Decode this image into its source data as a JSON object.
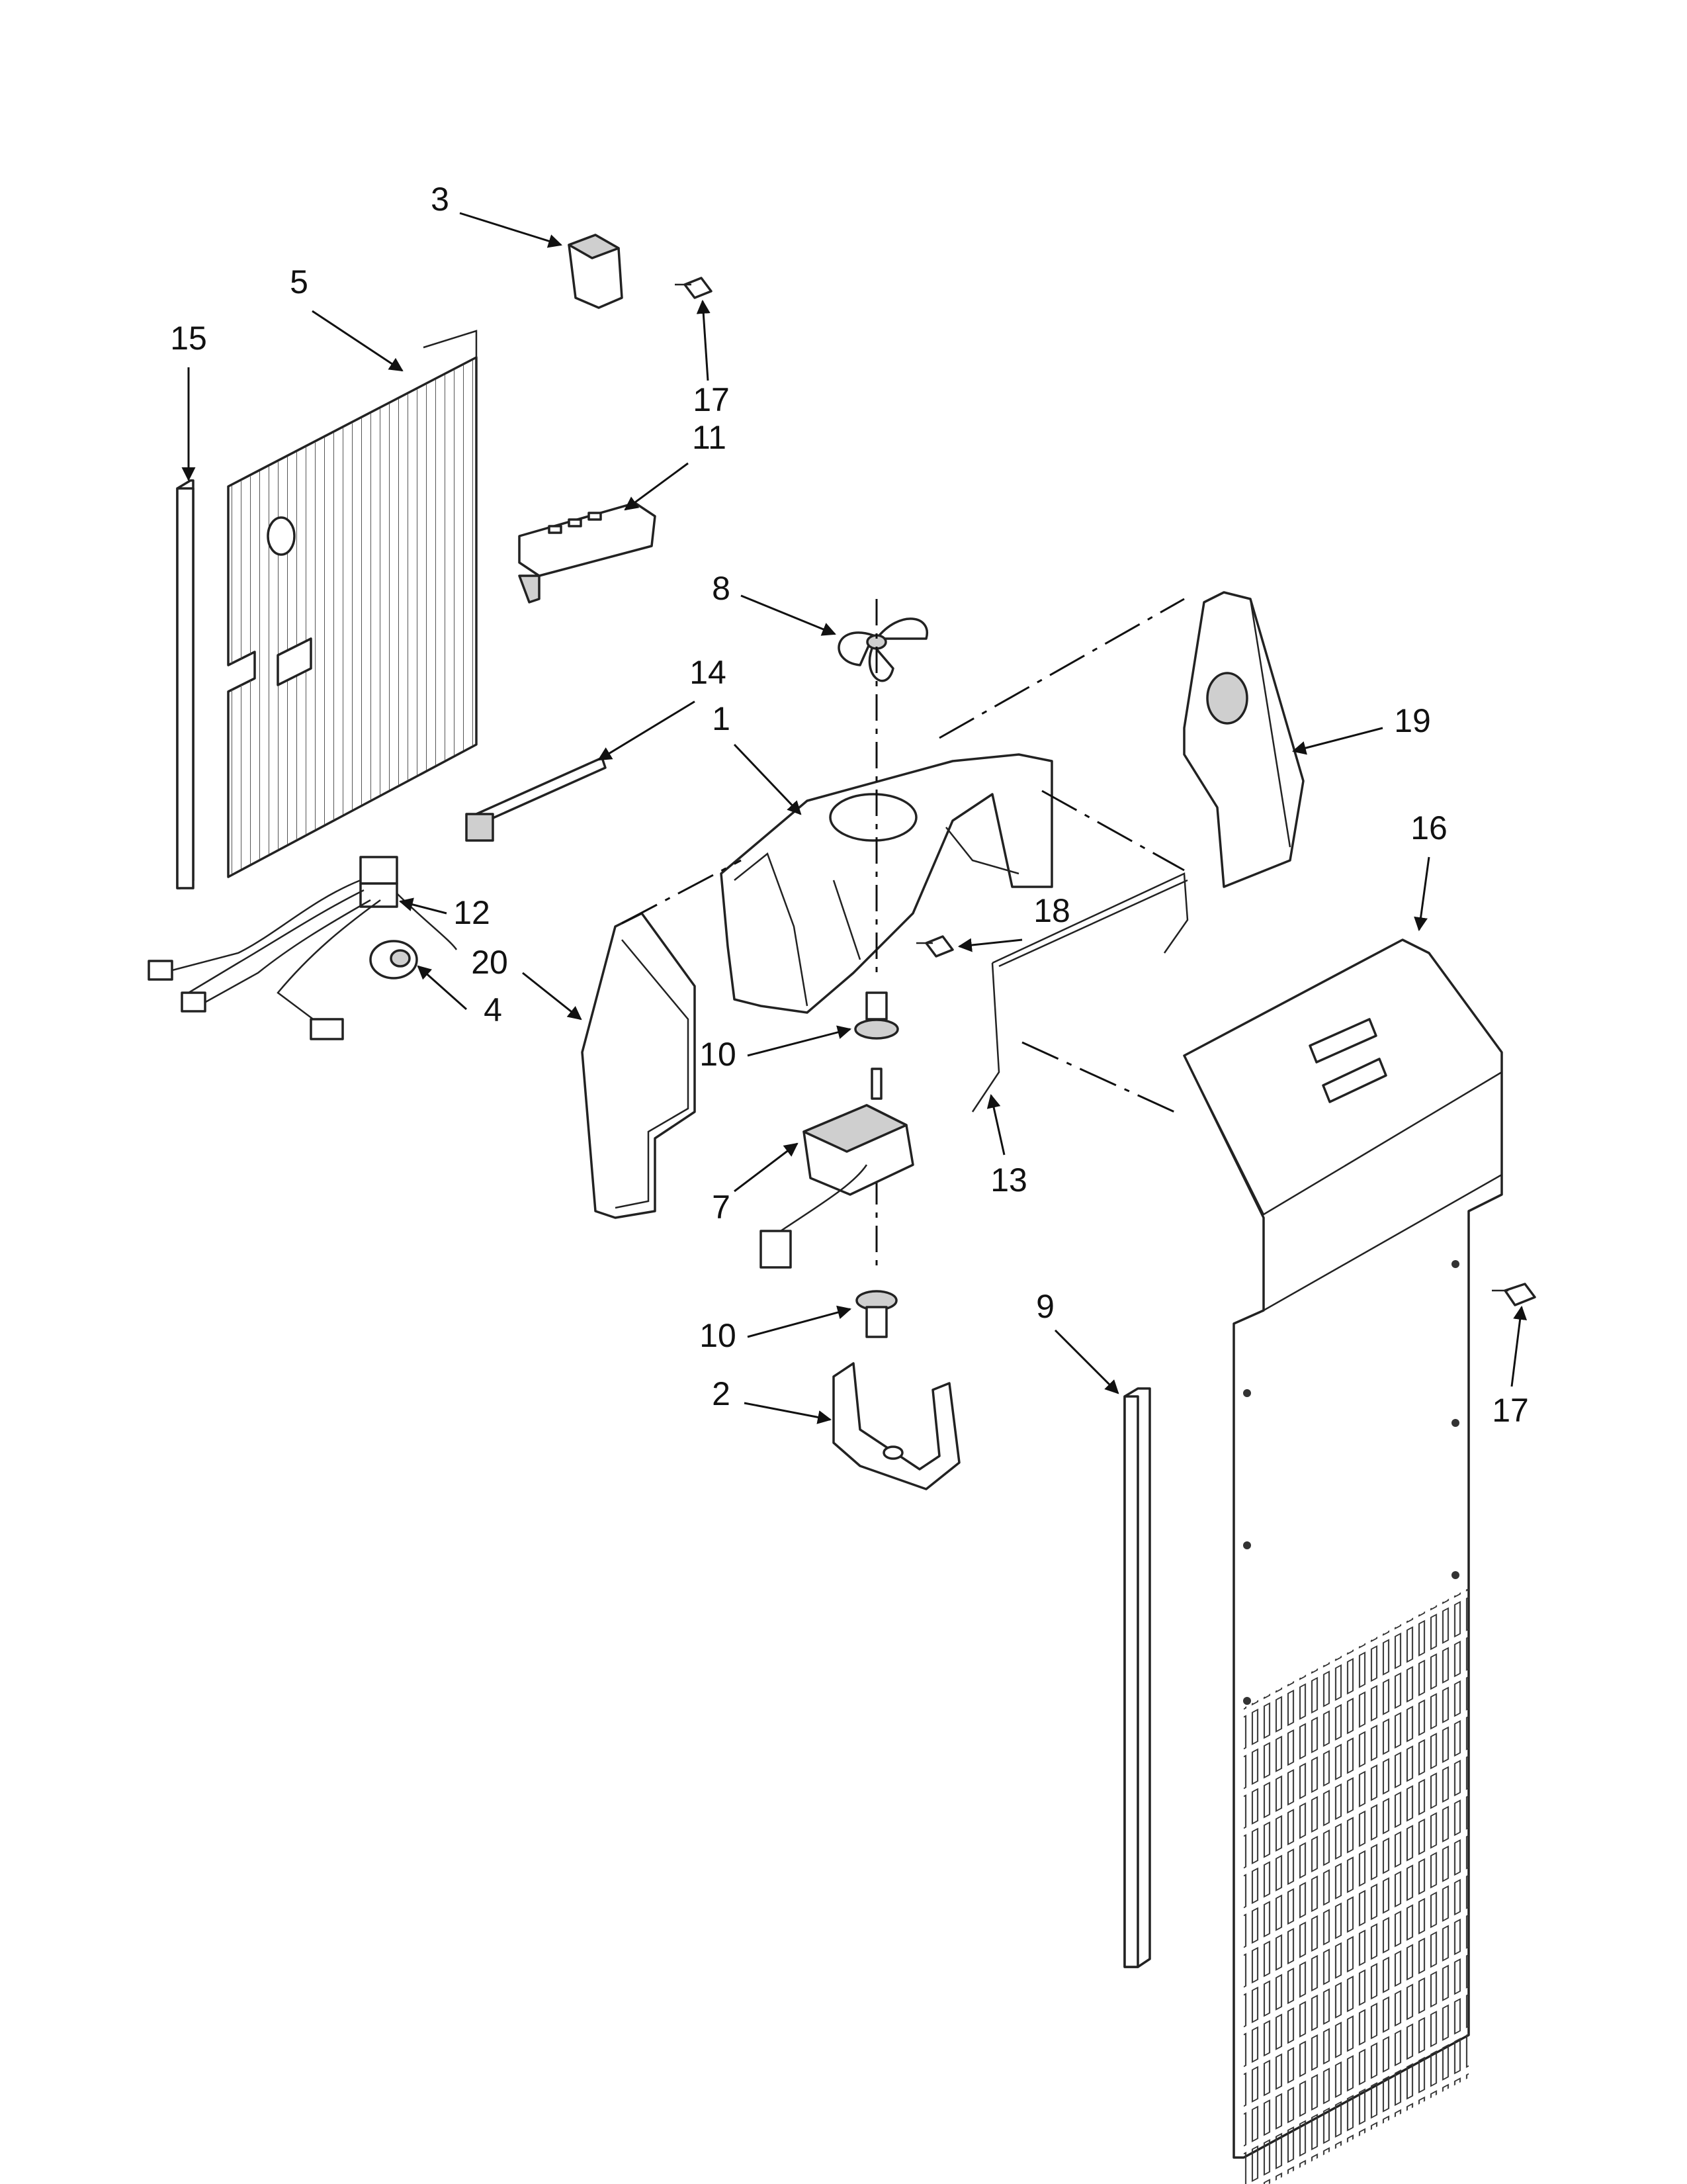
{
  "callouts": {
    "c1": "1",
    "c2": "2",
    "c3": "3",
    "c4": "4",
    "c5": "5",
    "c7": "7",
    "c8": "8",
    "c9": "9",
    "c10a": "10",
    "c10b": "10",
    "c11": "11",
    "c12": "12",
    "c13": "13",
    "c14": "14",
    "c15": "15",
    "c16": "16",
    "c17a": "17",
    "c17b": "17",
    "c18": "18",
    "c19": "19",
    "c20": "20"
  }
}
